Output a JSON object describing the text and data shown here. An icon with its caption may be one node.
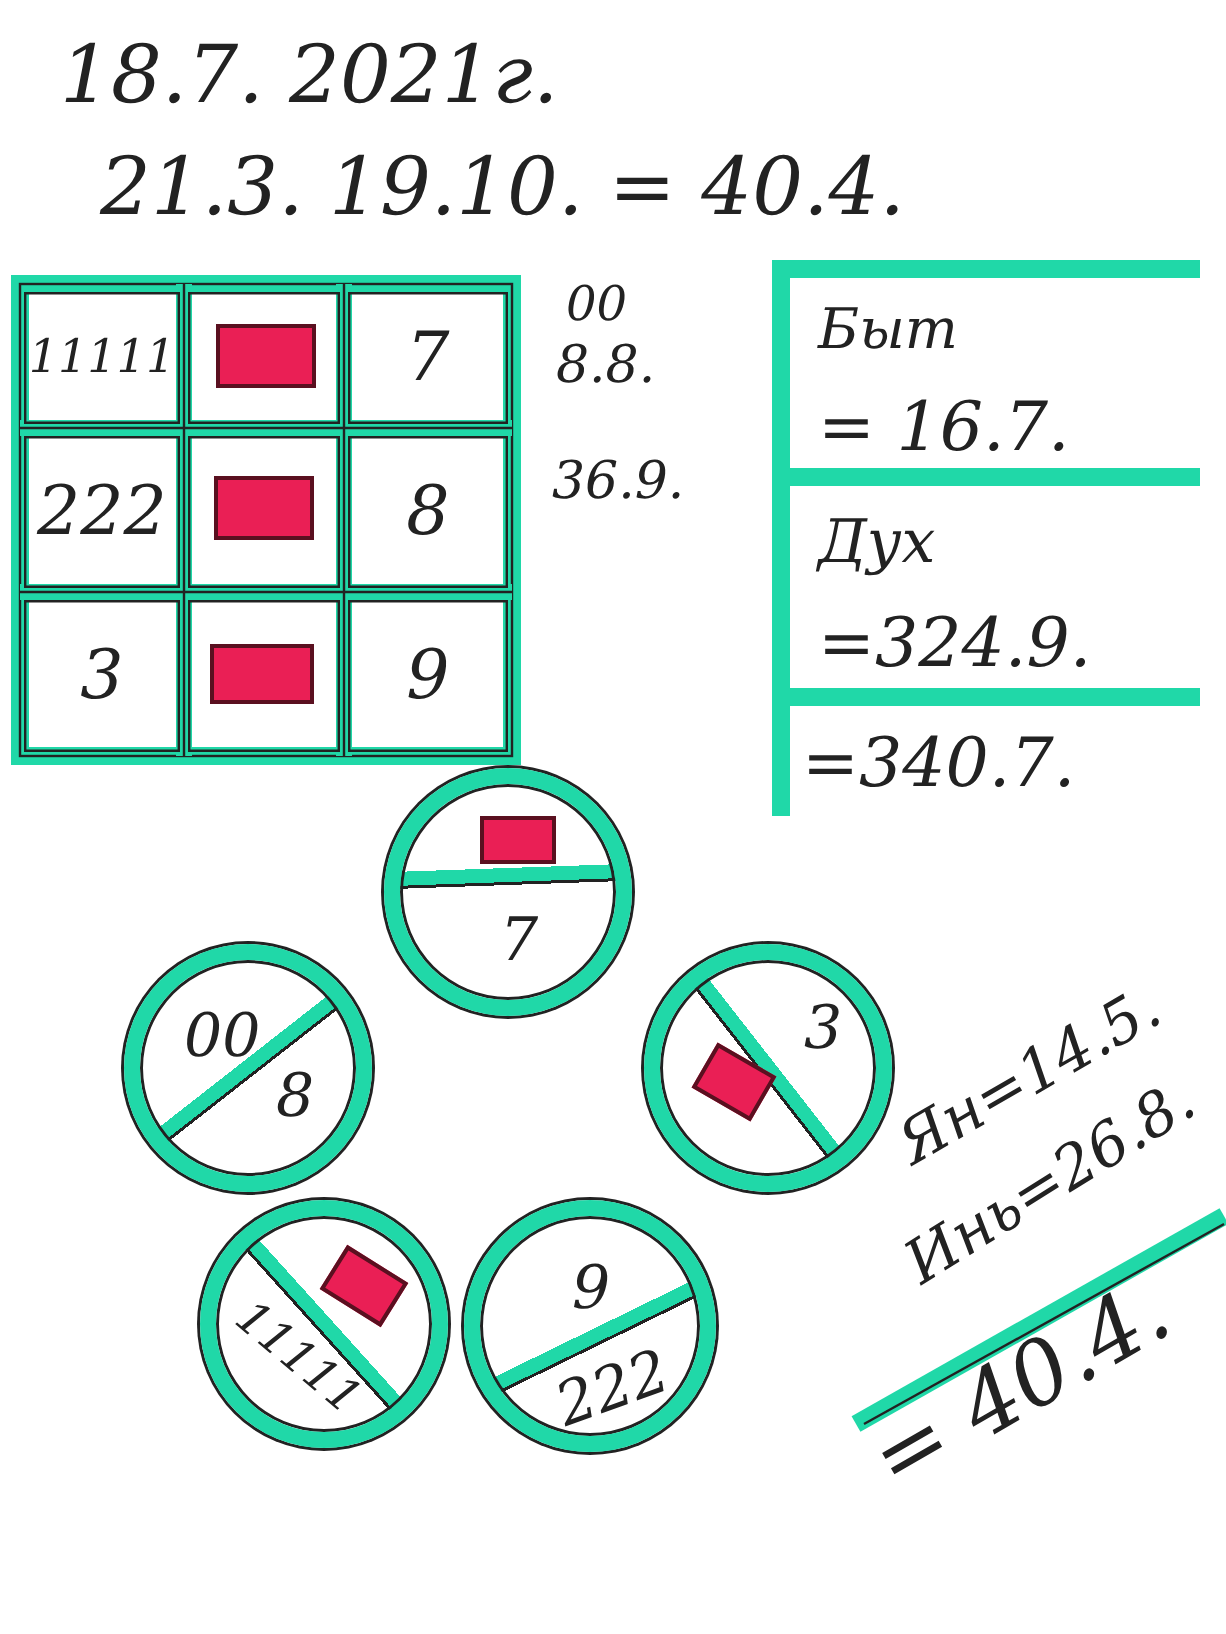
{
  "diagram": {
    "nodes": [
      {
        "text": [
          "11111"
        ]
      },
      {
        "text": [],
        "shape": "box"
      },
      {
        "text": [],
        "shape": "box",
        "in": 1
      },
      {
        "text": [
          "7"
        ]
      },
      {
        "text": [
          "222"
        ]
      },
      {
        "text": [],
        "shape": "box"
      },
      {
        "text": [],
        "shape": "box",
        "in": 5
      },
      {
        "text": [
          "8"
        ]
      },
      {
        "text": [
          "3"
        ]
      },
      {
        "text": [],
        "shape": "box"
      },
      {
        "text": [],
        "shape": "box",
        "in": 9
      },
      {
        "text": [
          "9"
        ]
      },
      {
        "text": [
          "Быт",
          "= 16.7."
        ]
      },
      {
        "text": [
          "Дух",
          "=324.9."
        ]
      },
      {
        "text": [
          "=340.7."
        ]
      },
      {
        "text": [
          "7"
        ]
      },
      {
        "text": [],
        "shape": "box",
        "in": 15
      },
      {
        "text": [
          "00",
          "8"
        ]
      },
      {
        "text": [
          "3"
        ]
      },
      {
        "text": [],
        "shape": "box",
        "in": 18
      },
      {
        "text": [
          "11111"
        ]
      },
      {
        "text": [],
        "shape": "box",
        "in": 20
      },
      {
        "text": [
          "9",
          "222"
        ]
      }
    ],
    "labels": [
      "18.7. 2021г.",
      "21.3. 19.10. = 40.4.",
      "00",
      "8.8.",
      "36.9.",
      "Ян=14.5.",
      "Инь=26.8.",
      "= 40.4."
    ]
  }
}
